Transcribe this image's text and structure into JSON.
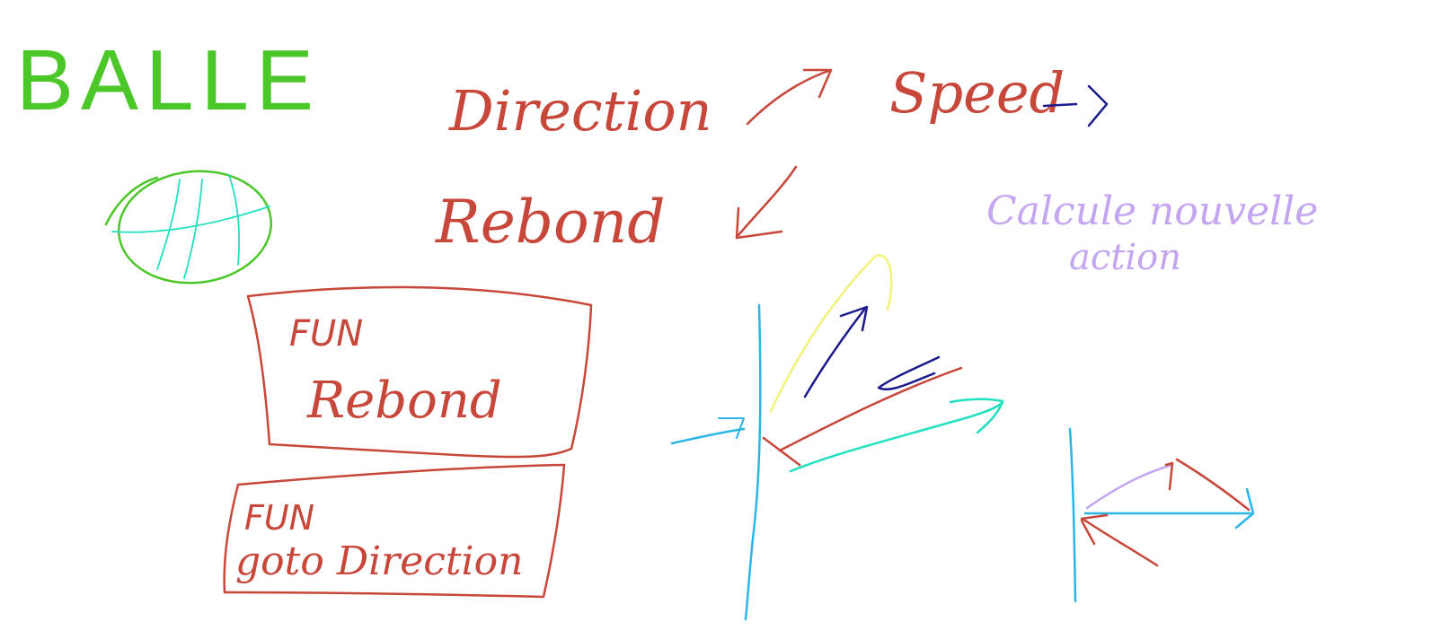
{
  "board": {
    "title": "BALLE",
    "direction_label": "Direction",
    "speed_label": "Speed",
    "rebound_label": "Rebond",
    "calc_label_line1": "Calcule nouvelle",
    "calc_label_line2": "action",
    "box1": {
      "line1": "FUN",
      "line2": "Rebond"
    },
    "box2": {
      "line1": "FUN",
      "line2": "goto Direction"
    }
  },
  "colors": {
    "green": "#4cc72a",
    "red": "#c7473a",
    "navy": "#1a1a8c",
    "cyan": "#29b6e6",
    "teal": "#22e0c0",
    "yellow": "#f2f27a",
    "lavender": "#c4a6f0"
  }
}
